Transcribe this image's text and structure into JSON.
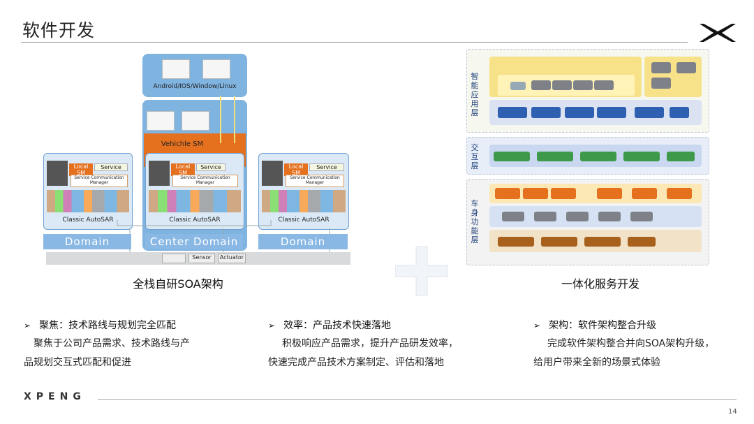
{
  "slide": {
    "title": "软件开发",
    "page_number": "14",
    "brand": "XPENG"
  },
  "left_diagram": {
    "android_label": "Android/IOS/Window/Linux",
    "vehicle_sm": "Vehichle SM",
    "local_sm": "Local SM",
    "service": "Service",
    "scm": "Service Communication Manager",
    "classic": "Classic AutoSAR",
    "domain_left": "Domain",
    "domain_center": "Center Domain",
    "domain_right": "Domain",
    "bottom_sensor": "Sensor",
    "bottom_actuator": "Actuator",
    "caption": "全栈自研SOA架构"
  },
  "right_diagram": {
    "layer_top": "智能应用层",
    "layer_mid": "交互层",
    "layer_bottom": "车身功能层",
    "caption": "一体化服务开发"
  },
  "bullets": [
    {
      "head": "聚焦：技术路线与规划完全匹配",
      "line1": "聚焦于公司产品需求、技术路线与产",
      "line2": "品规划交互式匹配和促进"
    },
    {
      "head": "效率：产品技术快速落地",
      "line1": "积极响应产品需求，提升产品研发效率，",
      "line2": "快速完成产品技术方案制定、评估和落地"
    },
    {
      "head": "架构：软件架构整合升级",
      "line1": "完成软件架构整合并向SOA架构升级，",
      "line2": "给用户带来全新的场景式体验"
    }
  ],
  "colors": {
    "accent_blue": "#7fb3e0",
    "orange": "#e5701e",
    "dark_blue": "#2e5fb0"
  }
}
